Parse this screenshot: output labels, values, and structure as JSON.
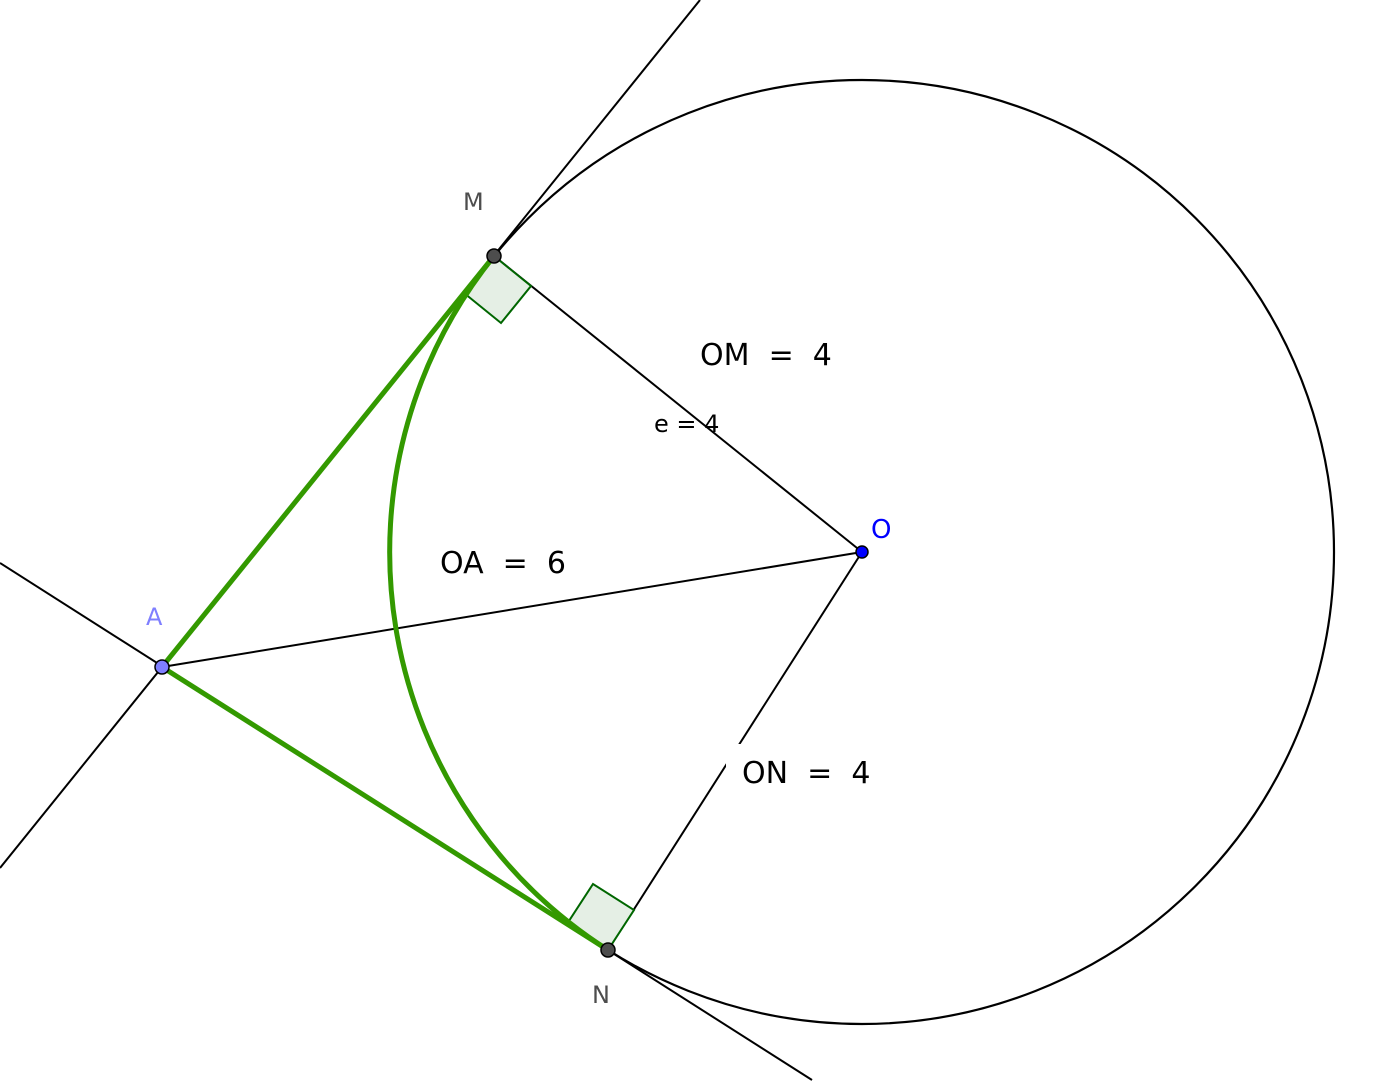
{
  "points": {
    "M": {
      "label": "M",
      "color": "#4d4d4d"
    },
    "N": {
      "label": "N",
      "color": "#4d4d4d"
    },
    "A": {
      "label": "A",
      "color": "#7f7fff"
    },
    "O": {
      "label": "O",
      "color": "#0000ff"
    }
  },
  "measurements": {
    "om": "OM  =  4",
    "oa": "OA  =  6",
    "on": "ON  =  4",
    "e": "e = 4"
  },
  "colors": {
    "green": "#339900",
    "right_angle_stroke": "#006600",
    "right_angle_fill": "#e5efe5",
    "line": "#000000"
  }
}
